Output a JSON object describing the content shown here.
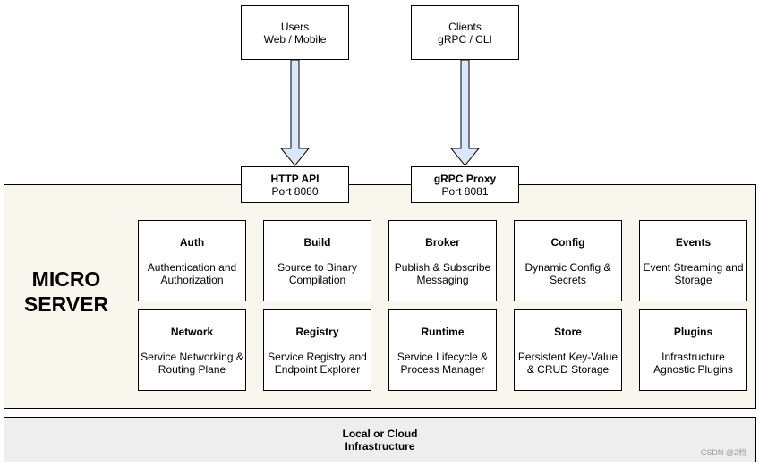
{
  "clients": [
    {
      "line1": "Users",
      "line2": "Web / Mobile"
    },
    {
      "line1": "Clients",
      "line2": "gRPC / CLI"
    }
  ],
  "gateways": [
    {
      "name": "HTTP API",
      "port": "Port 8080"
    },
    {
      "name": "gRPC Proxy",
      "port": "Port 8081"
    }
  ],
  "server": {
    "title_line1": "MICRO",
    "title_line2": "SERVER"
  },
  "services": [
    {
      "name": "Auth",
      "desc": "Authentication and Authorization"
    },
    {
      "name": "Build",
      "desc": "Source to Binary Compilation"
    },
    {
      "name": "Broker",
      "desc": "Publish & Subscribe Messaging"
    },
    {
      "name": "Config",
      "desc": "Dynamic Config & Secrets"
    },
    {
      "name": "Events",
      "desc": "Event Streaming and Storage"
    },
    {
      "name": "Network",
      "desc": "Service Networking & Routing Plane"
    },
    {
      "name": "Registry",
      "desc": "Service Registry and Endpoint Explorer"
    },
    {
      "name": "Runtime",
      "desc": "Service Lifecycle & Process Manager"
    },
    {
      "name": "Store",
      "desc": "Persistent Key-Value & CRUD Storage"
    },
    {
      "name": "Plugins",
      "desc": "Infrastructure Agnostic Plugins"
    }
  ],
  "infrastructure": {
    "label": "Local or Cloud Infrastructure"
  },
  "watermark": "CSDN @2档",
  "colors": {
    "arrow_fill": "#dae8fc",
    "server_bg": "#f9f7ed",
    "infra_bg": "#eeeeee"
  }
}
